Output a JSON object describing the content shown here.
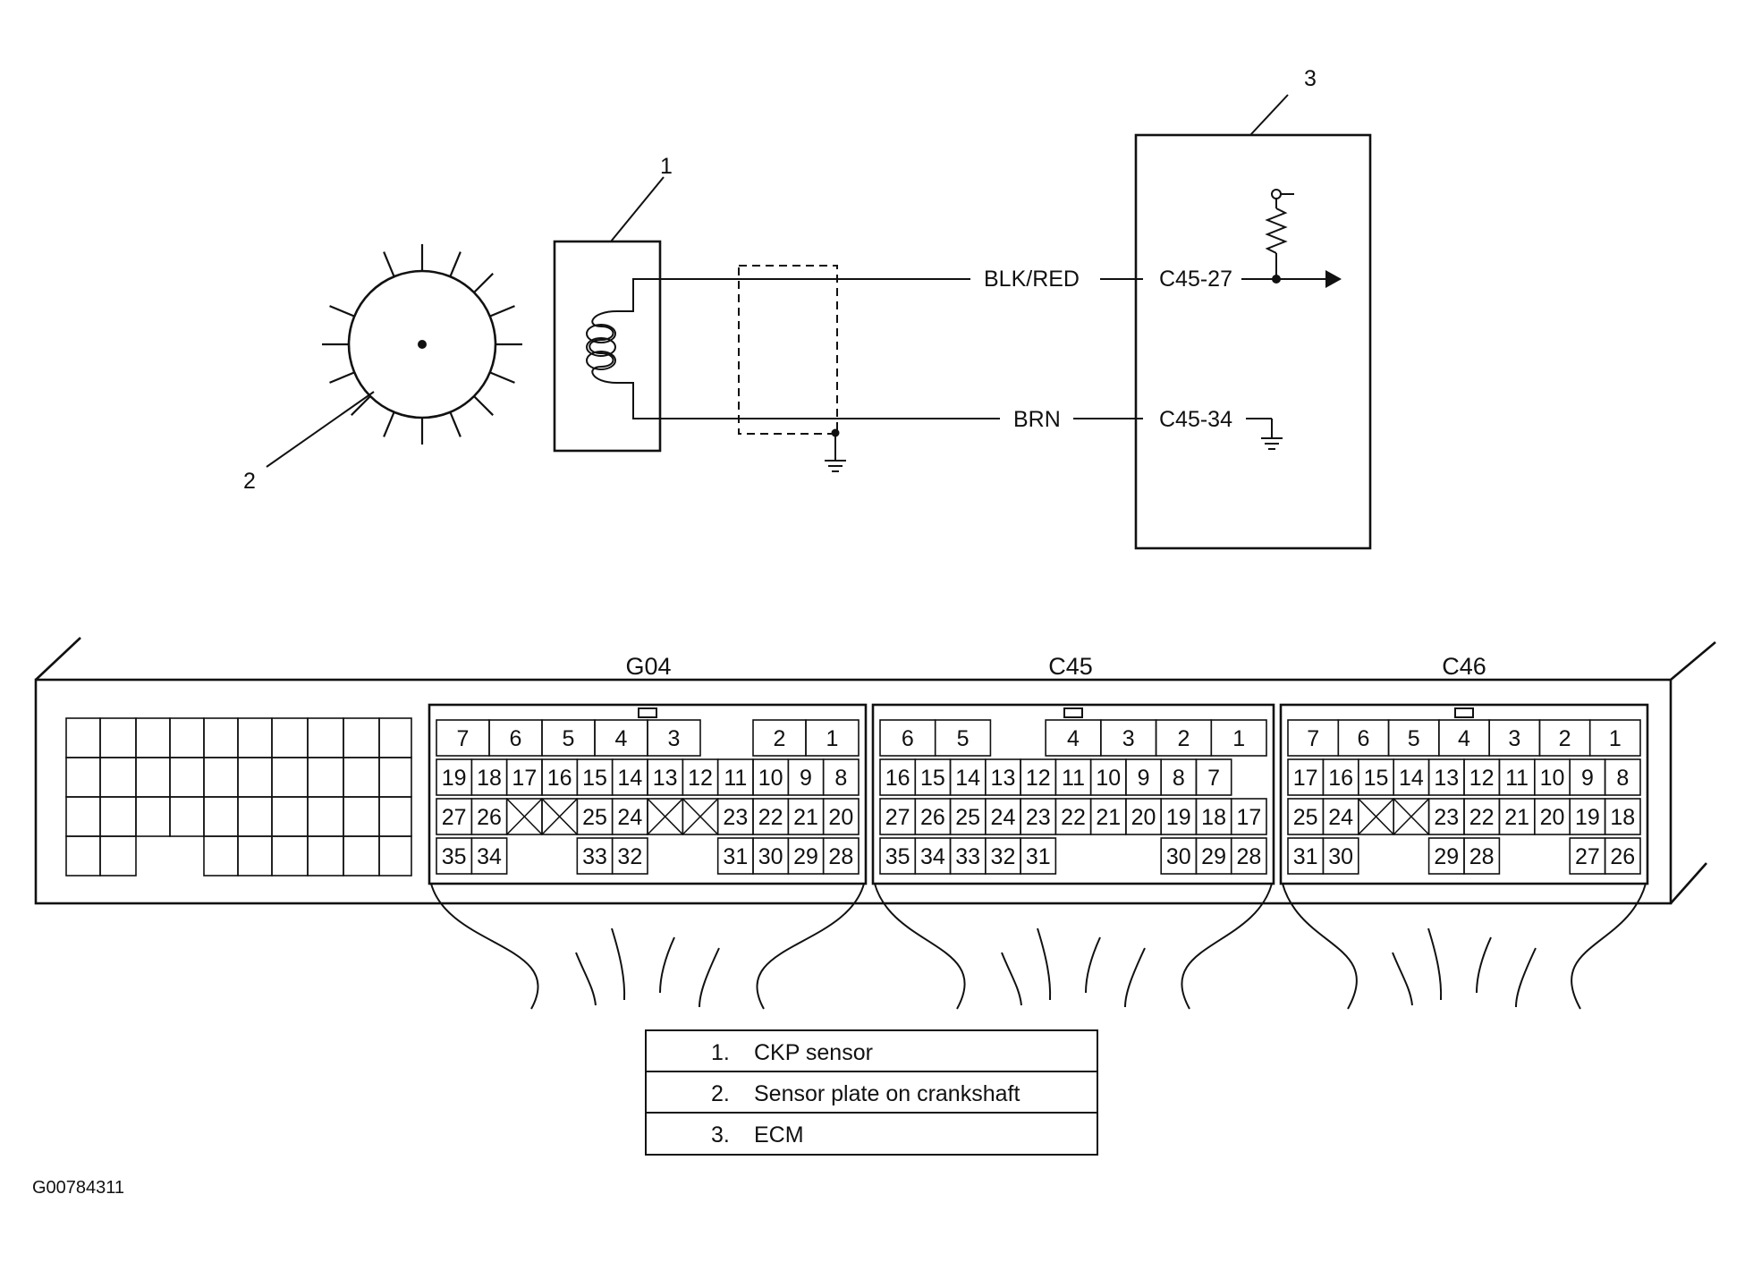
{
  "callouts": {
    "c1": "1",
    "c2": "2",
    "c3": "3"
  },
  "wires": {
    "top": {
      "color": "BLK/RED",
      "terminal": "C45-27"
    },
    "bottom": {
      "color": "BRN",
      "terminal": "C45-34"
    }
  },
  "connectors": [
    {
      "name": "G04",
      "rows": [
        [
          "7",
          "6",
          "5",
          "4",
          "3",
          "",
          "2",
          "1"
        ],
        [
          "19",
          "18",
          "17",
          "16",
          "15",
          "14",
          "13",
          "12",
          "11",
          "10",
          "9",
          "8"
        ],
        [
          "27",
          "26",
          "x",
          "x",
          "25",
          "24",
          "x",
          "x",
          "23",
          "22",
          "21",
          "20"
        ],
        [
          "35",
          "34",
          "",
          "",
          "33",
          "32",
          "",
          "",
          "31",
          "30",
          "29",
          "28"
        ]
      ]
    },
    {
      "name": "C45",
      "rows": [
        [
          "6",
          "5",
          "",
          "4",
          "3",
          "2",
          "1"
        ],
        [
          "16",
          "15",
          "14",
          "13",
          "12",
          "11",
          "10",
          "9",
          "8",
          "7",
          ""
        ],
        [
          "27",
          "26",
          "25",
          "24",
          "23",
          "22",
          "21",
          "20",
          "19",
          "18",
          "17"
        ],
        [
          "35",
          "34",
          "33",
          "32",
          "31",
          "",
          "",
          "",
          "30",
          "29",
          "28"
        ]
      ]
    },
    {
      "name": "C46",
      "rows": [
        [
          "7",
          "6",
          "5",
          "4",
          "3",
          "2",
          "1"
        ],
        [
          "17",
          "16",
          "15",
          "14",
          "13",
          "12",
          "11",
          "10",
          "9",
          "8"
        ],
        [
          "25",
          "24",
          "x",
          "x",
          "23",
          "22",
          "21",
          "20",
          "19",
          "18"
        ],
        [
          "31",
          "30",
          "",
          "",
          "29",
          "28",
          "",
          "",
          "27",
          "26"
        ]
      ]
    }
  ],
  "legend": [
    {
      "num": "1.",
      "text": "CKP sensor"
    },
    {
      "num": "2.",
      "text": "Sensor plate on crankshaft"
    },
    {
      "num": "3.",
      "text": "ECM"
    }
  ],
  "figure_id": "G00784311"
}
